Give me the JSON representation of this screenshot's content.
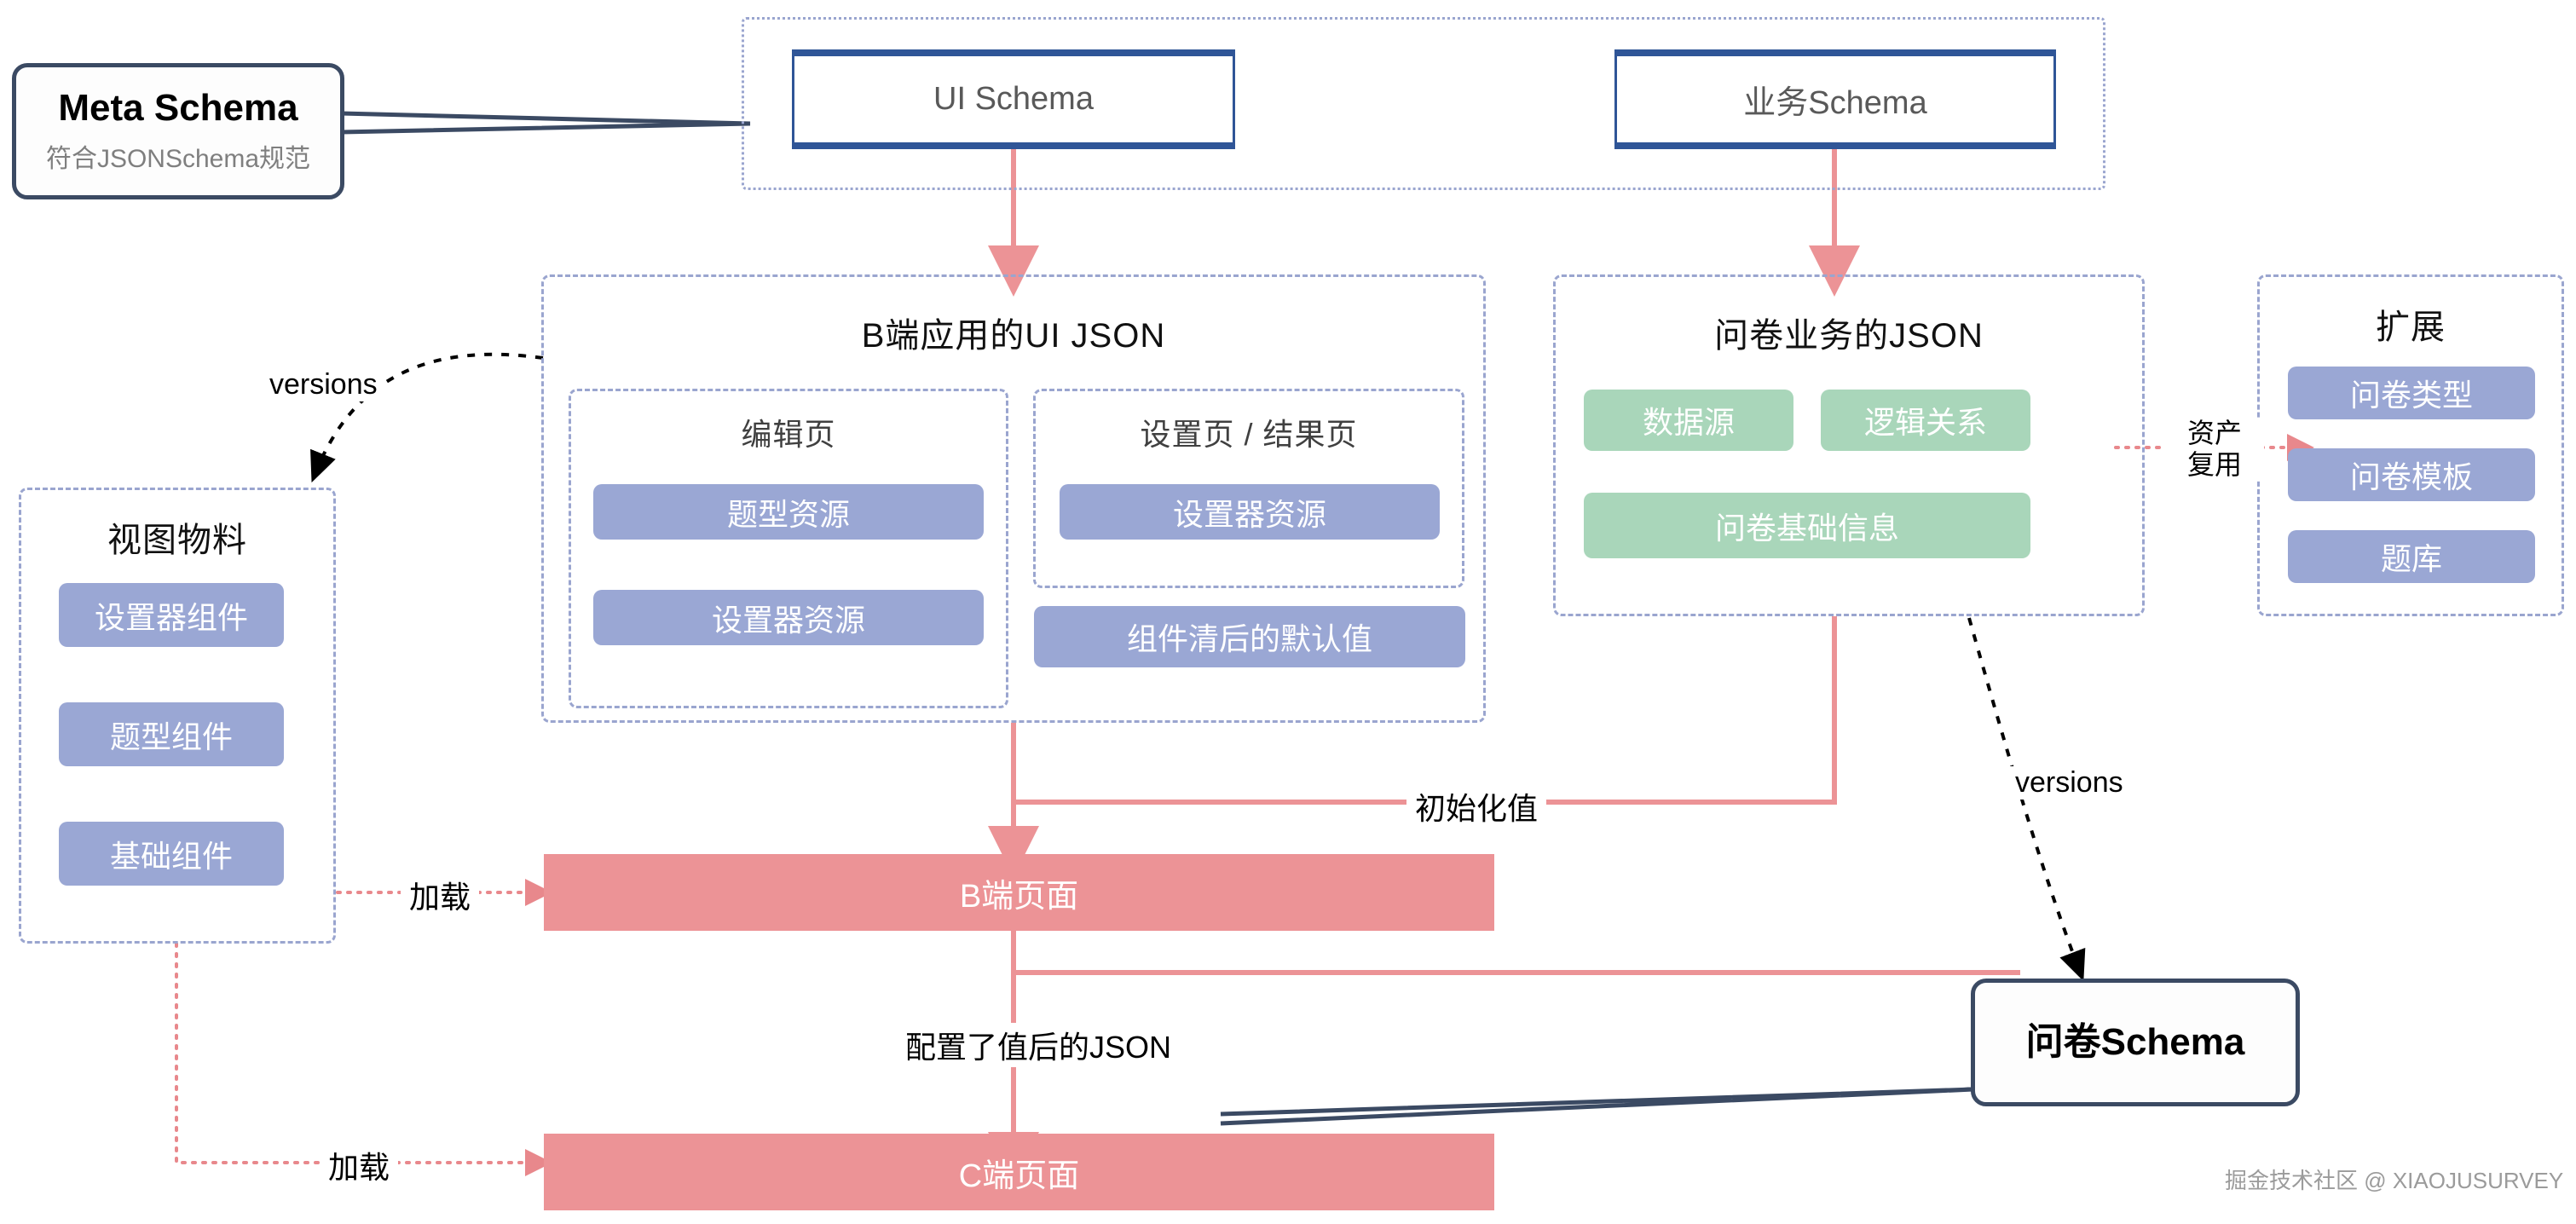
{
  "diagram": {
    "title_meta_schema": "Meta Schema",
    "subtitle_meta_schema": "符合JSONSchema规范",
    "title_questionnaire_schema": "问卷Schema",
    "watermark": "掘金技术社区 @ XIAOJUSURVEY"
  },
  "top_schemas": {
    "ui_schema": "UI Schema",
    "business_schema": "业务Schema"
  },
  "ui_json_group": {
    "title": "B端应用的UI JSON",
    "edit_page": {
      "title": "编辑页",
      "items": [
        "题型资源",
        "设置器资源"
      ]
    },
    "settings_page": {
      "title": "设置页 / 结果页",
      "items": [
        "设置器资源"
      ],
      "outside_item": "组件清后的默认值"
    }
  },
  "business_json_group": {
    "title": "问卷业务的JSON",
    "items": [
      "数据源",
      "逻辑关系",
      "问卷基础信息"
    ]
  },
  "extension_group": {
    "title": "扩展",
    "items": [
      "问卷类型",
      "问卷模板",
      "题库"
    ]
  },
  "view_material_group": {
    "title": "视图物料",
    "items": [
      "设置器组件",
      "题型组件",
      "基础组件"
    ]
  },
  "pages": {
    "b_side": "B端页面",
    "c_side": "C端页面"
  },
  "edge_labels": {
    "versions_left": "versions",
    "versions_right": "versions",
    "asset_reuse": "资产\n复用",
    "asset_reuse_line1": "资产",
    "asset_reuse_line2": "复用",
    "init_value": "初始化值",
    "load_b": "加载",
    "load_c": "加载",
    "configured_json": "配置了值后的JSON"
  },
  "colors": {
    "purple_chip": "#9aa7d4",
    "green_chip": "#a9d6ba",
    "red_bar": "#ec9396",
    "dashed_border": "#9aa5cf",
    "schema_border": "#2f5597",
    "callout_border": "#3b4a63",
    "red_connector": "#ec9396",
    "dotted_connector": "#e8a0a0"
  }
}
